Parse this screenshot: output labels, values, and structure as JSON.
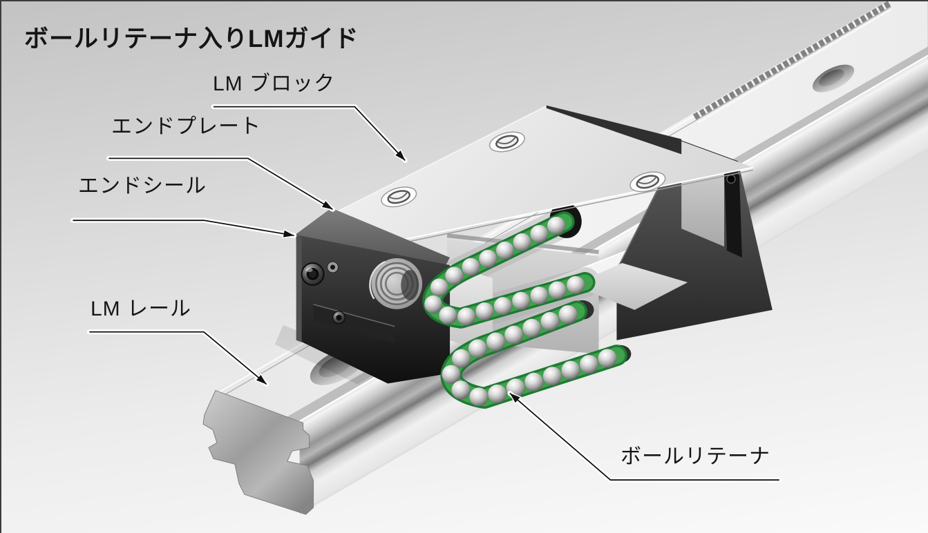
{
  "title": "ボールリテーナ入りLMガイド",
  "labels": {
    "lm_block": "LM ブロック",
    "end_plate": "エンドプレート",
    "end_seal": "エンドシール",
    "lm_rail": "LM レール",
    "ball_retainer": "ボールリテーナ"
  },
  "colors": {
    "background_top": "#c3c3c3",
    "background_bottom": "#fafafa",
    "retainer_green": "#3fa24c",
    "retainer_green_dark": "#1e7a33",
    "ball_metal": "#c9c9c9",
    "seal_black": "#1a1a1a",
    "label_text": "#151515",
    "leader_line": "#101010"
  }
}
